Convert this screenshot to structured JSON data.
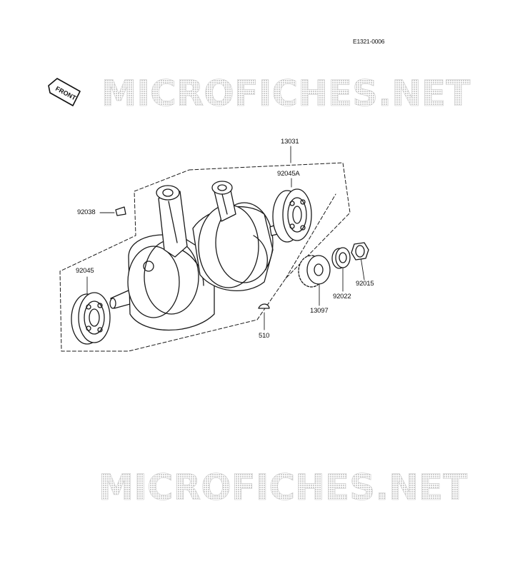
{
  "drawing_code": "E1321-0006",
  "front_label": "FRONT",
  "watermark_text": "MICROFICHES.NET",
  "colors": {
    "line": "#1a1a1a",
    "watermark": "#d4d4d4",
    "background": "#ffffff"
  },
  "part_labels": {
    "assembly": "13031",
    "bearing_right": "92045A",
    "key_left": "92038",
    "bearing_left": "92045",
    "gear": "13097",
    "washer": "92022",
    "nut": "92015",
    "key_bottom": "510"
  }
}
